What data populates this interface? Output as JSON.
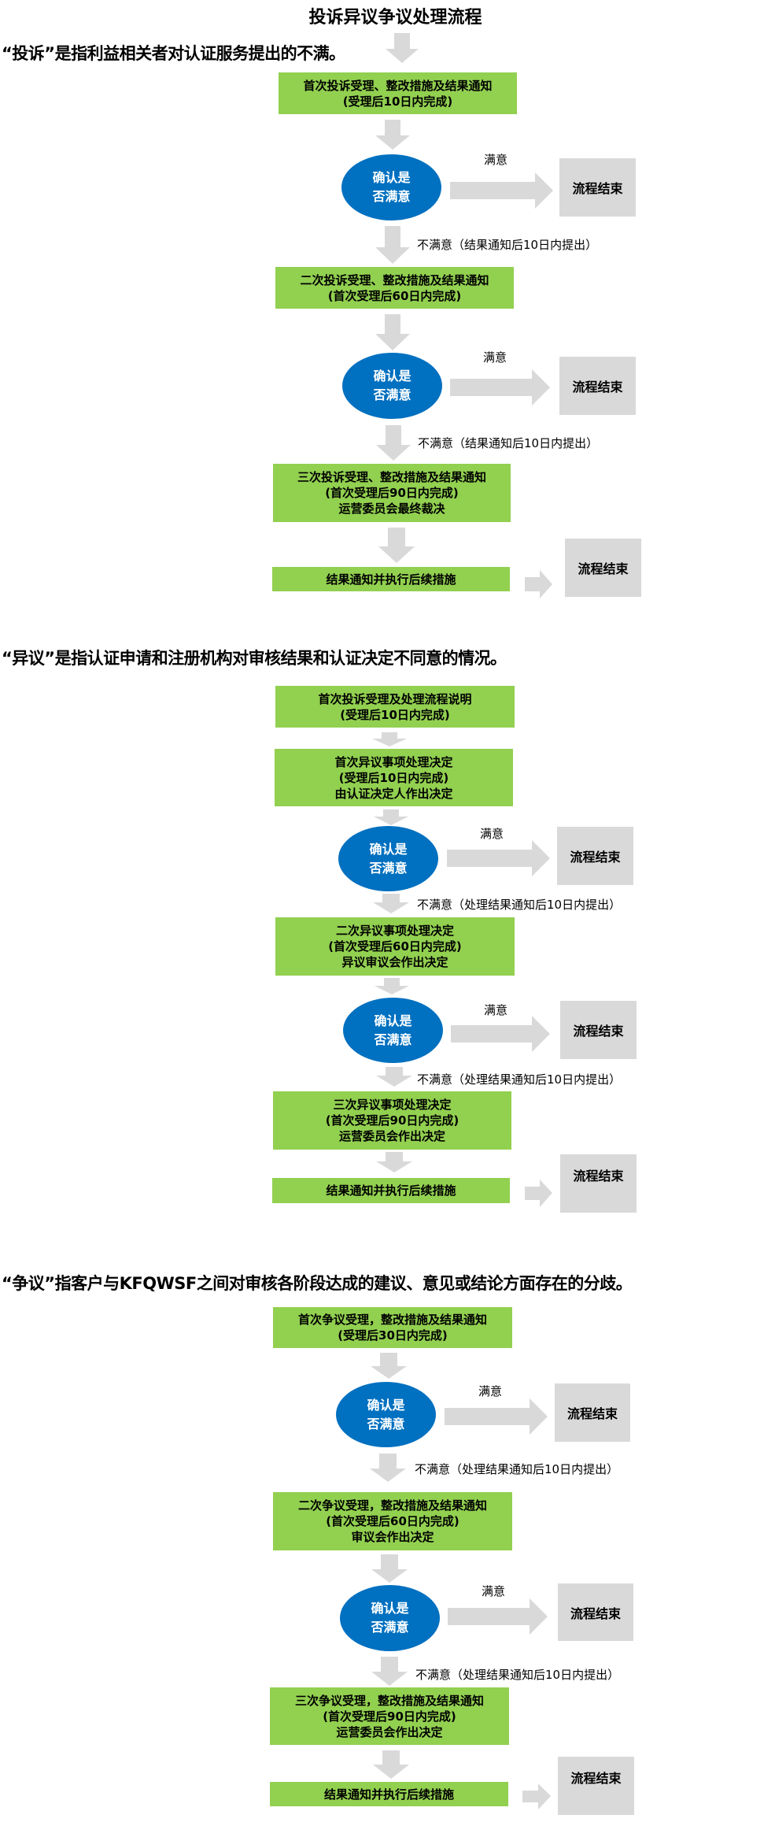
{
  "title": "投诉异议争议处理流程",
  "colors": {
    "step_green": "#92d050",
    "decision_blue": "#0070c0",
    "end_gray": "#d9d9d9",
    "arrow_gray": "#d9d9d9"
  },
  "sections": [
    {
      "heading": "“投诉”是指利益相关者对认证服务提出的不满。",
      "steps": [
        {
          "lines": [
            "首次投诉受理、整改措施及结果通知",
            "(受理后10日内完成)"
          ]
        },
        {
          "lines": [
            "二次投诉受理、整改措施及结果通知",
            "(首次受理后60日内完成)"
          ]
        },
        {
          "lines": [
            "三次投诉受理、整改措施及结果通知",
            "(首次受理后90日内完成)",
            "运营委员会最终裁决"
          ]
        },
        {
          "lines": [
            "结果通知并执行后续措施"
          ]
        }
      ],
      "decision": [
        "确认是",
        "否满意"
      ],
      "satisfied_label": "满意",
      "unsatisfied_label": "不满意（结果通知后10日内提出）",
      "end_label": "流程结束"
    },
    {
      "heading": "“异议”是指认证申请和注册机构对审核结果和认证决定不同意的情况。",
      "steps": [
        {
          "lines": [
            "首次投诉受理及处理流程说明",
            "(受理后10日内完成)"
          ]
        },
        {
          "lines": [
            "首次异议事项处理决定",
            "(受理后10日内完成)",
            "由认证决定人作出决定"
          ]
        },
        {
          "lines": [
            "二次异议事项处理决定",
            "(首次受理后60日内完成)",
            "异议审议会作出决定"
          ]
        },
        {
          "lines": [
            "三次异议事项处理决定",
            "(首次受理后90日内完成)",
            "运营委员会作出决定"
          ]
        },
        {
          "lines": [
            "结果通知并执行后续措施"
          ]
        }
      ],
      "decision": [
        "确认是",
        "否满意"
      ],
      "satisfied_label": "满意",
      "unsatisfied_label": "不满意（处理结果通知后10日内提出）",
      "end_label": "流程结束"
    },
    {
      "heading": "“争议”指客户与KFQWSF之间对审核各阶段达成的建议、意见或结论方面存在的分歧。",
      "steps": [
        {
          "lines": [
            "首次争议受理，整改措施及结果通知",
            "(受理后30日内完成)"
          ]
        },
        {
          "lines": [
            "二次争议受理，整改措施及结果通知",
            "(首次受理后60日内完成)",
            "审议会作出决定"
          ]
        },
        {
          "lines": [
            "三次争议受理，整改措施及结果通知",
            "(首次受理后90日内完成)",
            "运营委员会作出决定"
          ]
        },
        {
          "lines": [
            "结果通知并执行后续措施"
          ]
        }
      ],
      "decision": [
        "确认是",
        "否满意"
      ],
      "satisfied_label": "满意",
      "unsatisfied_label": "不满意（处理结果通知后10日内提出）",
      "end_label": "流程结束"
    }
  ]
}
